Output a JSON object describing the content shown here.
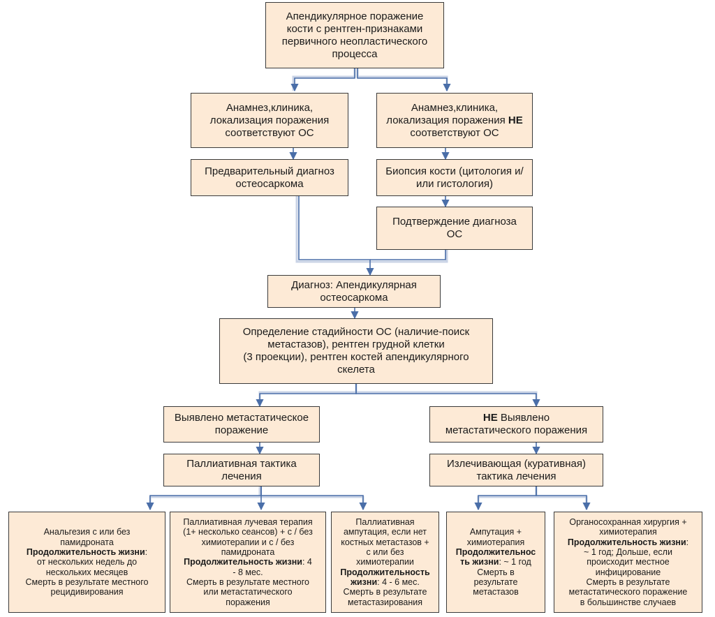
{
  "nodes": {
    "root": [
      "Апендикулярное поражение",
      "кости с рентген-признаками",
      "первичного неопластического",
      "процесса"
    ],
    "match": [
      "Анамнез,клиника,",
      "локализация поражения",
      "соответствуют ОС"
    ],
    "nomatch": {
      "l1": "Анамнез,клиника,",
      "l2a": "локализация поражения ",
      "l2b": "НЕ",
      "l3": "соответствуют ОС"
    },
    "prelim": [
      "Предварительный диагноз",
      "остеосаркома"
    ],
    "biopsy": [
      "Биопсия кости (цитология и/",
      "или гистология)"
    ],
    "confirm": [
      "Подтверждение диагноза",
      "ОС"
    ],
    "diag": [
      "Диагноз: Апендикулярная",
      "остеосаркома"
    ],
    "staging": [
      "Определение стадийности ОС (наличие-поиск",
      "метастазов), рентген грудной клетки",
      "(3 проекции), рентген костей апендикулярного",
      "скелета"
    ],
    "mets": [
      "Выявлено метастатическое",
      "поражение"
    ],
    "nomets": {
      "l1b": "НЕ",
      "l1": " Выявлено",
      "l2": "метастатического поражения"
    },
    "palliative": [
      "Паллиативная тактика",
      "лечения"
    ],
    "curative": [
      "Излечивающая (куративная)",
      "тактика лечения"
    ],
    "leaf1": {
      "l1": "Анальгезия с или без",
      "l2": "памидроната",
      "b1": "Продолжительность жизни",
      "c1": ":",
      "l4": "от нескольких недель до",
      "l5": "нескольких месяцев",
      "l6": "Смерть в результате местного",
      "l7": "рецидивирования"
    },
    "leaf2": {
      "l1": "Паллиативная лучевая терапия",
      "l2": "(1+ несколько сеансов) + с / без",
      "l3": "химиотерапии и с / без",
      "l4": "памидроната",
      "b1": "Продолжительность жизни",
      "t1": ": 4",
      "l6": "- 8 мес.",
      "l7": "Смерть в результате местного",
      "l8": "или метастатического",
      "l9": "поражения"
    },
    "leaf3": {
      "l1": "Паллиативная",
      "l2": "ампутация, если нет",
      "l3": "костных метастазов +",
      "l4": "с или без",
      "l5": "химиотерапии",
      "b1": "Продолжительность",
      "b2": "жизни",
      "t1": ": 4 - 6 мес.",
      "l8": "Смерть в результате",
      "l9": "метастазирования"
    },
    "leaf4": {
      "l1": "Ампутация +",
      "l2": "химиотерапия",
      "b1": "Продолжительнос",
      "b2": "ть жизни",
      "t1": ": ~ 1 год",
      "l5": "Смерть в",
      "l6": "результате",
      "l7": "метастазов"
    },
    "leaf5": {
      "l1": "Органосохранная хирургия +",
      "l2": "химиотерапия",
      "b1": "Продолжительность жизни",
      "c1": ":",
      "l4": "~ 1 год; Дольше, если",
      "l5": "происходит местное",
      "l6": "инфицирование",
      "l7": "Смерть в результате",
      "l8": "метастатического поражение",
      "l9": "в большинстве случаев"
    }
  },
  "colors": {
    "box_fill": "#fdead6",
    "box_border": "#3a3a3a",
    "connector": "#5b7db3",
    "connector_shadow": "#c9d3e6"
  }
}
